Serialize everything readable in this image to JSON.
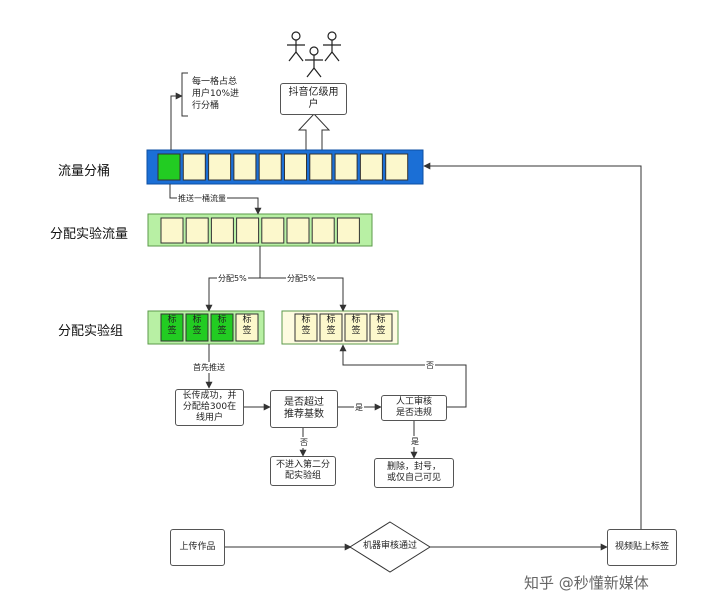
{
  "rows": {
    "traffic_bucket": "流量分桶",
    "allocate_traffic": "分配实验流量",
    "allocate_group": "分配实验组"
  },
  "notes": {
    "bucket_note_line1": "每一格占总",
    "bucket_note_line2": "用户10%进",
    "bucket_note_line3": "行分桶"
  },
  "users_box": {
    "line1": "抖音亿级用",
    "line2": "户"
  },
  "edges": {
    "push_one_bucket": "推送一桶流量",
    "alloc_left": "分配5%",
    "alloc_right": "分配5%",
    "first_push": "首先推送",
    "yes_1": "是",
    "no_1": "否",
    "yes_2": "是",
    "no_2": "否"
  },
  "tags": {
    "char1": "标",
    "char2": "签"
  },
  "nodes": {
    "growth": {
      "line1": "长传成功，并",
      "line2": "分配给300在",
      "line3": "线用户"
    },
    "exceed": {
      "line1": "是否超过",
      "line2": "推荐基数"
    },
    "review": {
      "line1": "人工审核",
      "line2": "是否违规"
    },
    "not_enter": {
      "line1": "不进入第二分",
      "line2": "配实验组"
    },
    "delete": {
      "line1": "删除，封号，",
      "line2": "或仅自己可见"
    },
    "upload": "上传作品",
    "machine": "机器审核通过",
    "video_tag": "视频贴上标签"
  },
  "watermark": {
    "text": "知乎 @秒懂新媒体"
  },
  "colors": {
    "bucket_bg": "#1b6fd6",
    "bucket_cell": "#fcf8cc",
    "highlight": "#22cc22",
    "light_green": "#b8f0a4",
    "line": "#333333"
  }
}
